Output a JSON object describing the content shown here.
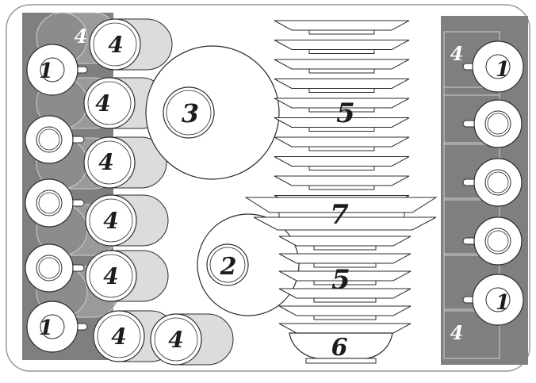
{
  "title": "",
  "colors": {
    "rack": "#7f7f80",
    "frame": "#9a9a9a",
    "cup_body": "#ffffff",
    "cup_sleeve": "#dddddd",
    "line": "#2b2b2b",
    "label": "#1c1c1c"
  },
  "labels": {
    "cups_small": "1",
    "cups_large": "4",
    "plate_large": "3",
    "plate_small": "2",
    "plates_stack": "5",
    "plate_wide": "7",
    "bowl": "6"
  }
}
